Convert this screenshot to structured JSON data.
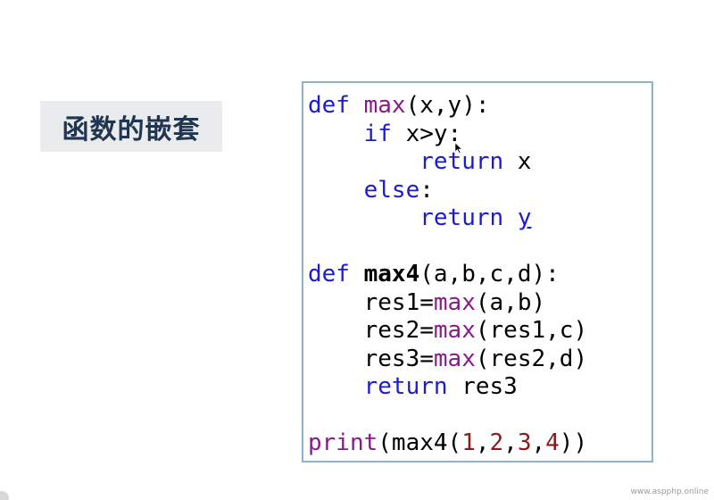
{
  "slide": {
    "title": "函数的嵌套",
    "watermark": "www.aspphp.online"
  },
  "code": {
    "line1": {
      "kw": "def",
      "sp": " ",
      "fn": "max",
      "rest": "(x,y):"
    },
    "line2": {
      "indent": "    ",
      "kw": "if",
      "rest": " x>y:"
    },
    "line3": {
      "indent": "        ",
      "kw": "return",
      "rest": " x"
    },
    "line4": {
      "indent": "    ",
      "kw": "else",
      "rest": ":"
    },
    "line5": {
      "indent": "        ",
      "kw": "return",
      "sp": " ",
      "var": "y"
    },
    "line7": {
      "kw": "def",
      "sp": " ",
      "fn": "max4",
      "rest": "(a,b,c,d):"
    },
    "line8": {
      "indent": "    ",
      "pre": "res1=",
      "fn": "max",
      "rest": "(a,b)"
    },
    "line9": {
      "indent": "    ",
      "pre": "res2=",
      "fn": "max",
      "rest": "(res1,c)"
    },
    "line10": {
      "indent": "    ",
      "pre": "res3=",
      "fn": "max",
      "rest": "(res2,d)"
    },
    "line11": {
      "indent": "    ",
      "kw": "return",
      "rest": " res3"
    },
    "line13": {
      "fn": "print",
      "open": "(max4(",
      "n1": "1",
      "c1": ",",
      "n2": "2",
      "c2": ",",
      "n3": "3",
      "c3": ",",
      "n4": "4",
      "close": "))"
    }
  },
  "colors": {
    "keyword": "#1b1bd6",
    "function": "#8a1a8a",
    "number": "#8b1a1a",
    "title_text": "#1f3550",
    "title_bg": "#e9ebed",
    "box_border": "#8eb3d1"
  },
  "icons": {
    "cursor": "mouse-pointer-icon"
  }
}
